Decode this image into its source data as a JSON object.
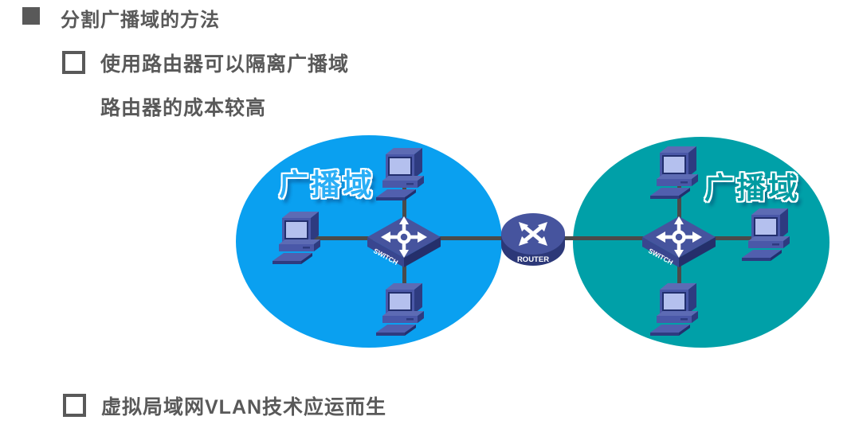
{
  "slide": {
    "background": "#ffffff",
    "text_color": "#595959",
    "title": {
      "bullet": "filled-square",
      "text": "分割广播域的方法"
    },
    "bullets": [
      {
        "bullet": "hollow-square",
        "text": "使用路由器可以隔离广播域"
      },
      {
        "bullet": "none",
        "text": "路由器的成本较高"
      },
      {
        "bullet": "hollow-square",
        "text": "虚拟局域网VLAN技术应运而生"
      }
    ]
  },
  "diagram": {
    "left_domain": {
      "label": "广播域",
      "fill": "#0aa0f0",
      "switch_label": "SWITCH",
      "computers": 3
    },
    "right_domain": {
      "label": "广播域",
      "fill": "#00a0a8",
      "switch_label": "SWITCH",
      "computers": 3
    },
    "router": {
      "label": "ROUTER"
    },
    "colors": {
      "device_top": "#46549e",
      "device_side": "#2c3878",
      "cable": "#4a4a4a"
    },
    "icons": {
      "computer": "desktop-pc-icon",
      "switch": "lan-switch-icon",
      "router": "router-icon"
    }
  }
}
